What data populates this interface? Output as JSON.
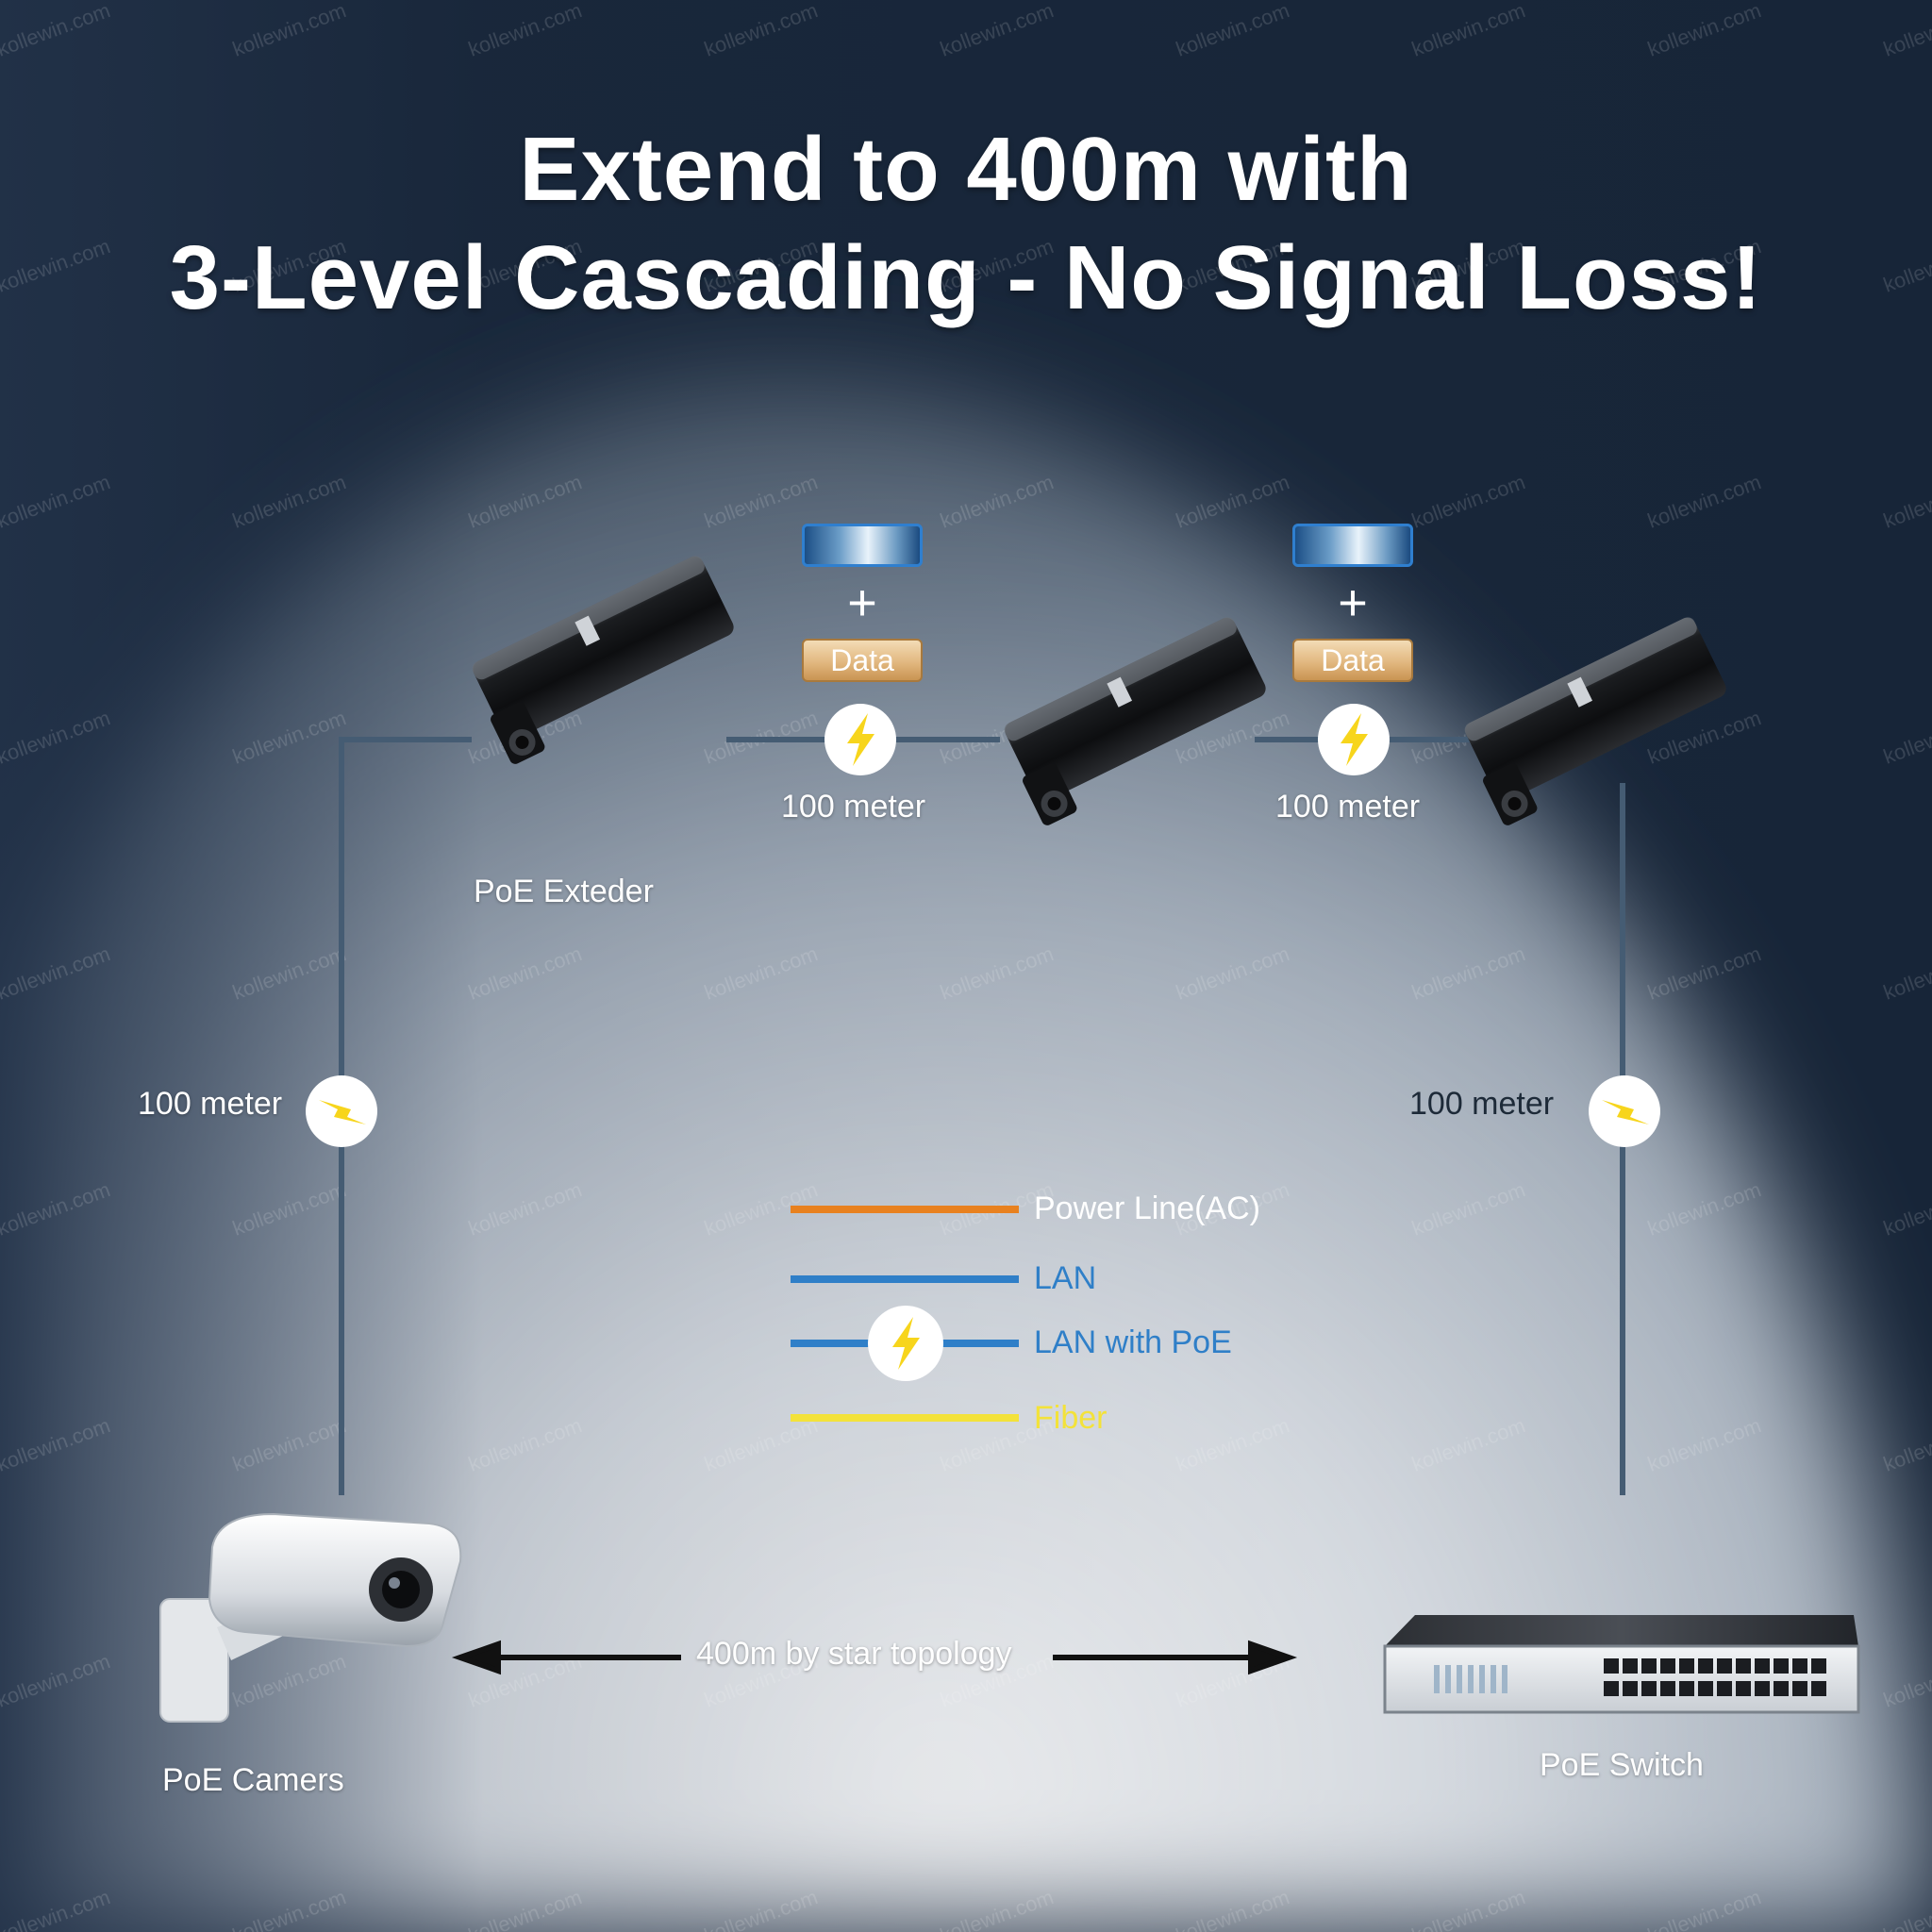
{
  "title": {
    "line1": "Extend to 400m with",
    "line2": "3-Level Cascading - No Signal Loss!"
  },
  "nodes": {
    "extender_label": "PoE Exteder",
    "camera_label": "PoE Camers",
    "switch_label": "PoE Switch"
  },
  "segments": {
    "left": "100 meter",
    "right": "100 meter",
    "top_1": "100 meter",
    "top_2": "100 meter"
  },
  "badges": {
    "data_1": "Data",
    "data_2": "Data",
    "plus": "+"
  },
  "bottom": {
    "topology": "400m by star topology"
  },
  "legend": {
    "items": [
      {
        "label": "Power Line(AC)",
        "color": "#e8811f"
      },
      {
        "label": "LAN",
        "color": "#2f7fc8"
      },
      {
        "label": "LAN with PoE",
        "color": "#2f7fc8"
      },
      {
        "label": "Fiber",
        "color": "#f3e23a"
      }
    ]
  },
  "watermark": "kollewin.com",
  "colors": {
    "background": "#172538",
    "cable": "#455c73",
    "bolt": "#f7d51c",
    "legend_lan_text": "#2f7fc8",
    "legend_fiber_text": "#f3e23a"
  }
}
